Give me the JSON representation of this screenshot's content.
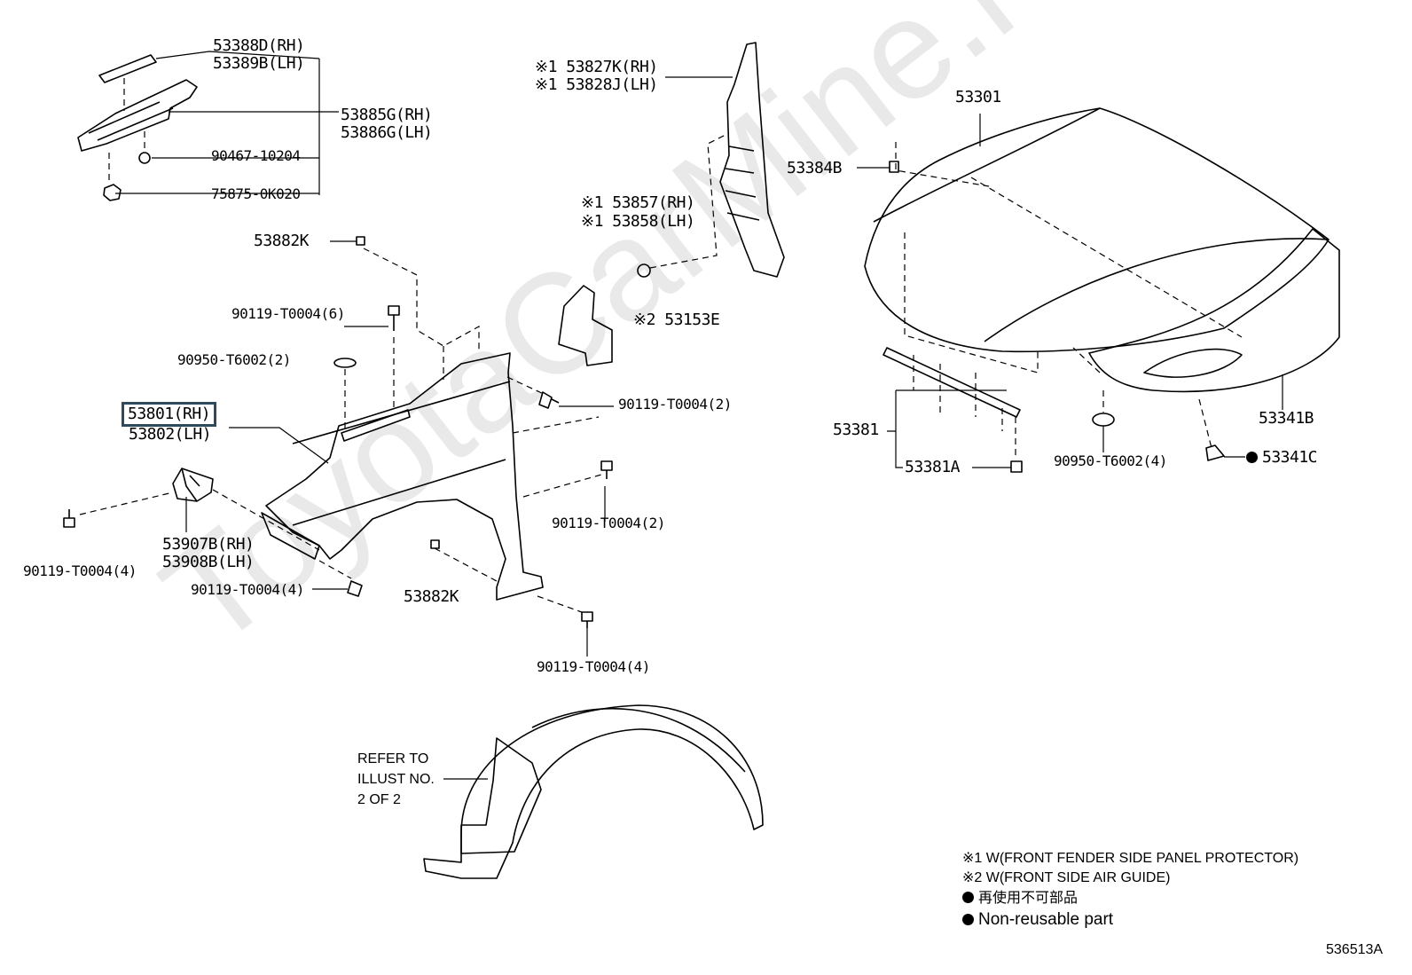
{
  "watermark": "ToyotaCarMine.ru",
  "labels": {
    "p53388D": "53388D(RH)",
    "p53389B": "53389B(LH)",
    "p53885G": "53885G(RH)",
    "p53886G": "53886G(LH)",
    "p90467": "90467-10204",
    "p75875": "75875-0K020",
    "p53882K_top": "53882K",
    "p90119_6": "90119-T0004(6)",
    "p90950_2": "90950-T6002(2)",
    "p53801": "53801(RH)",
    "p53802": "53802(LH)",
    "p53907B": "53907B(RH)",
    "p53908B": "53908B(LH)",
    "p90119_4_left": "90119-T0004(4)",
    "p90119_4_mid": "90119-T0004(4)",
    "p53882K_bottom": "53882K",
    "p90119_4_bottom": "90119-T0004(4)",
    "p90119_2_right": "90119-T0004(2)",
    "p90119_2_lower": "90119-T0004(2)",
    "p53827K": "※1 53827K(RH)",
    "p53828J": "※1 53828J(LH)",
    "p53857": "※1 53857(RH)",
    "p53858": "※1 53858(LH)",
    "p53153E": "※2 53153E",
    "p53301": "53301",
    "p53384B": "53384B",
    "p53341B": "53341B",
    "p53381": "53381",
    "p53381A": "53381A",
    "p90950_4": "90950-T6002(4)",
    "p53341C": "53341C"
  },
  "refer": [
    "REFER TO",
    "ILLUST NO.",
    "2 OF 2"
  ],
  "notes": {
    "n1": "※1 W(FRONT FENDER SIDE PANEL PROTECTOR)",
    "n2": "※2 W(FRONT SIDE AIR GUIDE)",
    "n3": "再使用不可部品",
    "n4": "Non-reusable part"
  },
  "figure_id": "536513A",
  "colors": {
    "highlight_border": "#2f4a5c",
    "line": "#000000",
    "watermark": "#e9e9e9"
  }
}
